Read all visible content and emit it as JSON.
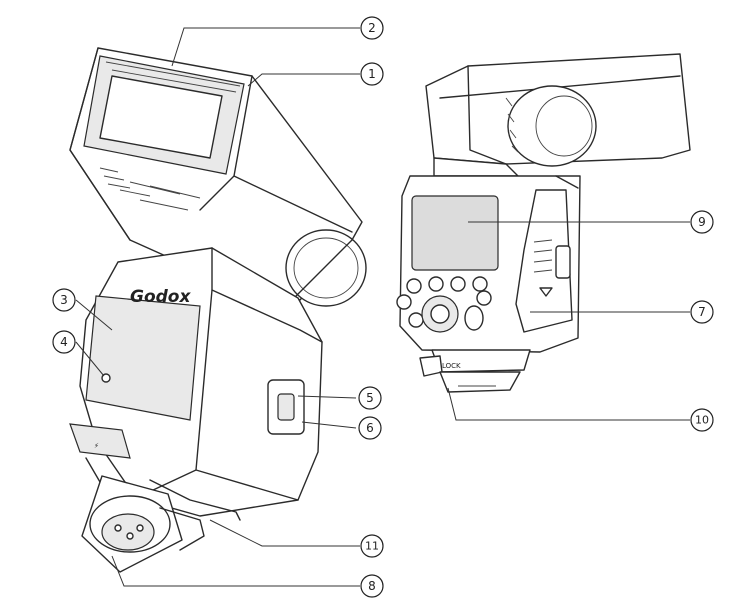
{
  "brand_label": "Godox",
  "shoe_label": "LOCK",
  "callouts": [
    {
      "id": "1",
      "label": "1"
    },
    {
      "id": "2",
      "label": "2"
    },
    {
      "id": "3",
      "label": "3"
    },
    {
      "id": "4",
      "label": "4"
    },
    {
      "id": "5",
      "label": "5"
    },
    {
      "id": "6",
      "label": "6"
    },
    {
      "id": "7",
      "label": "7"
    },
    {
      "id": "8",
      "label": "8"
    },
    {
      "id": "9",
      "label": "9"
    },
    {
      "id": "10",
      "label": "10"
    },
    {
      "id": "11",
      "label": "11"
    }
  ]
}
